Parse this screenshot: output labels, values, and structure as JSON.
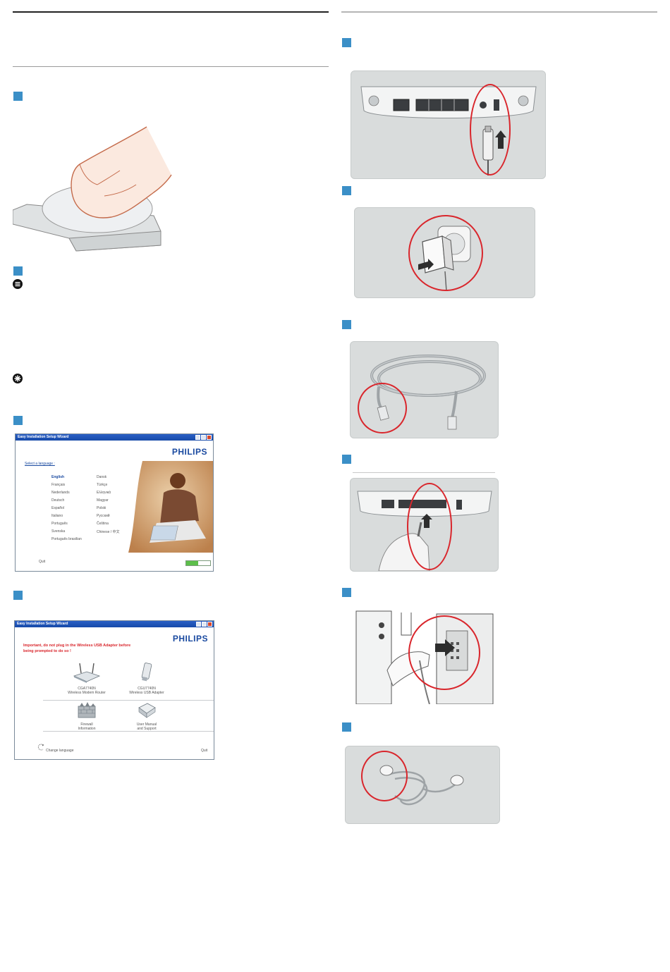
{
  "wizard1": {
    "title": "Easy Installation Setup Wizard",
    "brand": "PHILIPS",
    "select_language": "Select a language :",
    "languages_col1": [
      "English",
      "Français",
      "Nederlands",
      "Deutsch",
      "Español",
      "Italiano",
      "Português",
      "Svenska",
      "Português brasilian"
    ],
    "languages_col2": [
      "Dansk",
      "Türkçe",
      "Ελληνικά",
      "Magyar",
      "Polski",
      "Русский",
      "Čeština",
      "Chinese / 中文"
    ],
    "quit": "Quit",
    "progress": 0.5
  },
  "wizard2": {
    "title": "Easy Installation Setup Wizard",
    "brand": "PHILIPS",
    "warning_line1": "Important, do not plug in the Wireless USB Adapter before",
    "warning_line2": "being prompted to do so !",
    "items": [
      {
        "line1": "CGA7740N",
        "line2": "Wireless Modem Router"
      },
      {
        "line1": "CGU7740N",
        "line2": "Wireless USB Adapter"
      },
      {
        "line1": "Firewall",
        "line2": "Information"
      },
      {
        "line1": "User Manual",
        "line2": "and Support"
      }
    ],
    "change_language": "Change language",
    "quit": "Quit"
  },
  "colors": {
    "step_marker": "#3b8fc7",
    "highlight_circle": "#d9262c",
    "panel": "#d9dcdc",
    "brand": "#1a4aa0",
    "warning": "#d9262c"
  },
  "icons": [
    "note-icon",
    "tip-icon"
  ]
}
